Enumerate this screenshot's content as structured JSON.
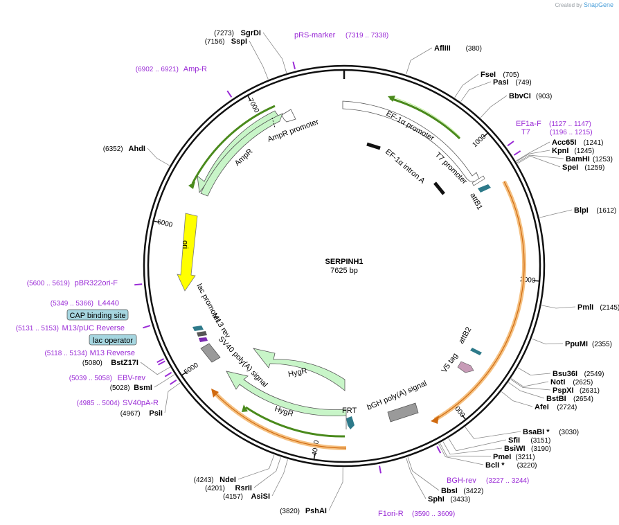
{
  "brand": {
    "created_by": "Created by",
    "name": "SnapGene"
  },
  "plasmid": {
    "name": "SERPINH1",
    "size": "7625 bp",
    "length": 7625
  },
  "colors": {
    "backbone": "#111111",
    "promoter_fill": "#ffffff",
    "amp_fill": "#c8f5c8",
    "ori": "#ffff00",
    "orf_highlight": "#f5c080",
    "primer": "#9a2bd6",
    "tag": "#4c9aa8"
  },
  "ticks": [
    {
      "pos": 1000,
      "label": "1000"
    },
    {
      "pos": 2000,
      "label": "2000"
    },
    {
      "pos": 3000,
      "label": "3000"
    },
    {
      "pos": 4000,
      "label": "4000"
    },
    {
      "pos": 5000,
      "label": "5000"
    },
    {
      "pos": 6000,
      "label": "6000"
    },
    {
      "pos": 7000,
      "label": "7000"
    }
  ],
  "enzymes": [
    {
      "name": "SgrDI",
      "pos": "(7273)",
      "at": 7273,
      "side": "left"
    },
    {
      "name": "SspI",
      "pos": "(7156)",
      "at": 7156,
      "side": "left"
    },
    {
      "name": "AflIII",
      "pos": "(380)",
      "at": 380,
      "side": "right"
    },
    {
      "name": "FseI",
      "pos": "(705)",
      "at": 705,
      "side": "right"
    },
    {
      "name": "PasI",
      "pos": "(749)",
      "at": 749,
      "side": "right"
    },
    {
      "name": "BbvCI",
      "pos": "(903)",
      "at": 903,
      "side": "right"
    },
    {
      "name": "Acc65I",
      "pos": "(1241)",
      "at": 1241,
      "side": "right"
    },
    {
      "name": "KpnI",
      "pos": "(1245)",
      "at": 1245,
      "side": "right"
    },
    {
      "name": "BamHI",
      "pos": "(1253)",
      "at": 1253,
      "side": "right"
    },
    {
      "name": "SpeI",
      "pos": "(1259)",
      "at": 1259,
      "side": "right"
    },
    {
      "name": "BlpI",
      "pos": "(1612)",
      "at": 1612,
      "side": "right"
    },
    {
      "name": "PmlI",
      "pos": "(2145)",
      "at": 2145,
      "side": "right"
    },
    {
      "name": "PpuMI",
      "pos": "(2355)",
      "at": 2355,
      "side": "right"
    },
    {
      "name": "Bsu36I",
      "pos": "(2549)",
      "at": 2549,
      "side": "right"
    },
    {
      "name": "NotI",
      "pos": "(2625)",
      "at": 2625,
      "side": "right"
    },
    {
      "name": "PspXI",
      "pos": "(2631)",
      "at": 2631,
      "side": "right"
    },
    {
      "name": "BstBI",
      "pos": "(2654)",
      "at": 2654,
      "side": "right"
    },
    {
      "name": "AfeI",
      "pos": "(2724)",
      "at": 2724,
      "side": "right"
    },
    {
      "name": "BsaBI *",
      "pos": "(3030)",
      "at": 3030,
      "side": "right"
    },
    {
      "name": "SfiI",
      "pos": "(3151)",
      "at": 3151,
      "side": "right"
    },
    {
      "name": "BsiWI",
      "pos": "(3190)",
      "at": 3190,
      "side": "right"
    },
    {
      "name": "PmeI",
      "pos": "(3211)",
      "at": 3211,
      "side": "right"
    },
    {
      "name": "BclI *",
      "pos": "(3220)",
      "at": 3220,
      "side": "right"
    },
    {
      "name": "BbsI",
      "pos": "(3422)",
      "at": 3422,
      "side": "right"
    },
    {
      "name": "SphI",
      "pos": "(3433)",
      "at": 3433,
      "side": "right"
    },
    {
      "name": "PshAI",
      "pos": "(3820)",
      "at": 3820,
      "side": "left"
    },
    {
      "name": "AsiSI",
      "pos": "(4157)",
      "at": 4157,
      "side": "left"
    },
    {
      "name": "RsrII",
      "pos": "(4201)",
      "at": 4201,
      "side": "left"
    },
    {
      "name": "NdeI",
      "pos": "(4243)",
      "at": 4243,
      "side": "left"
    },
    {
      "name": "PsiI",
      "pos": "(4967)",
      "at": 4967,
      "side": "left"
    },
    {
      "name": "BsmI",
      "pos": "(5028)",
      "at": 5028,
      "side": "left"
    },
    {
      "name": "BstZ17I",
      "pos": "(5080)",
      "at": 5080,
      "side": "left"
    },
    {
      "name": "AhdI",
      "pos": "(6352)",
      "at": 6352,
      "side": "left"
    }
  ],
  "primers": [
    {
      "name": "pRS-marker",
      "range": "(7319 .. 7338)",
      "at": 7328
    },
    {
      "name": "Amp-R",
      "range": "(6902 .. 6921)",
      "at": 6911
    },
    {
      "name": "EF1a-F",
      "range": "(1127 .. 1147)",
      "at": 1137
    },
    {
      "name": "T7",
      "range": "(1196 .. 1215)",
      "at": 1205
    },
    {
      "name": "BGH-rev",
      "range": "(3227 .. 3244)",
      "at": 3235
    },
    {
      "name": "F1ori-R",
      "range": "(3590 .. 3609)",
      "at": 3600
    },
    {
      "name": "pBR322ori-F",
      "range": "(5600 .. 5619)",
      "at": 5610
    },
    {
      "name": "L4440",
      "range": "(5349 .. 5366)",
      "at": 5357
    },
    {
      "name": "M13/pUC Reverse",
      "range": "(5131 .. 5153)",
      "at": 5142
    },
    {
      "name": "M13 Reverse",
      "range": "(5118 .. 5134)",
      "at": 5126
    },
    {
      "name": "EBV-rev",
      "range": "(5039 .. 5058)",
      "at": 5048
    },
    {
      "name": "SV40pA-R",
      "range": "(4985 .. 5004)",
      "at": 4994
    }
  ],
  "boxed_features": [
    {
      "name": "CAP binding site"
    },
    {
      "name": "lac operator"
    }
  ],
  "features": {
    "ef1a_promoter": "EF-1α promoter",
    "ef1a_intron": "EF-1α intron A",
    "t7_promoter": "T7 promoter",
    "attb1": "attB1",
    "attb2": "attB2",
    "v5_tag": "V5 tag",
    "bgh": "bGH poly(A) signal",
    "frt": "FRT",
    "hygr_outer": "HygR",
    "hygr_inner": "HygR",
    "sv40": "SV40 poly(A) signal",
    "lac_promoter": "lac promoter",
    "m13_rev": "M13 rev",
    "ori": "ori",
    "ampr": "AmpR",
    "ampr_promoter": "AmpR promoter"
  }
}
